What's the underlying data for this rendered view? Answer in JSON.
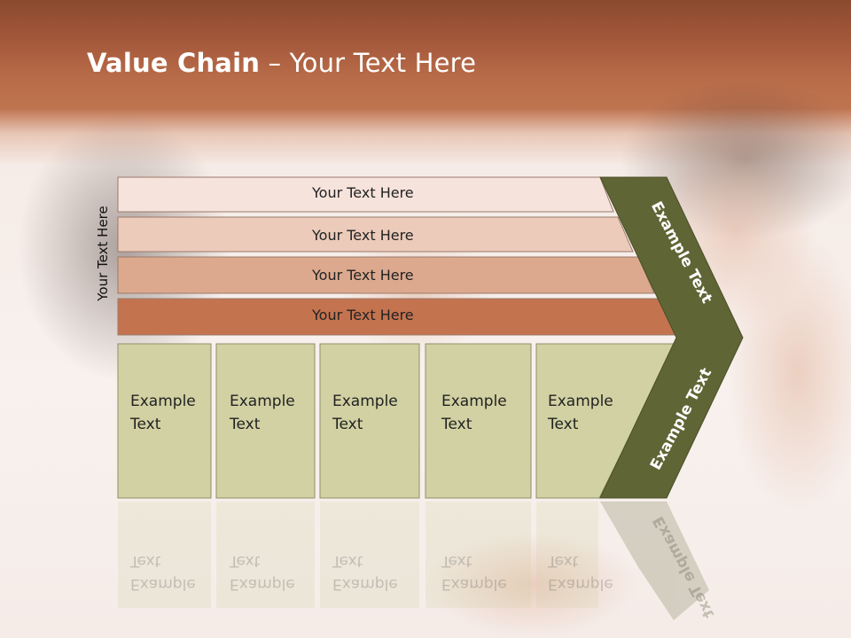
{
  "slide": {
    "title_bold": "Value Chain",
    "title_rest": " – Your Text Here",
    "side_label": "Your Text Here"
  },
  "bands": [
    {
      "label": "Your Text Here",
      "fill": "#f6e3dc"
    },
    {
      "label": "Your Text Here",
      "fill": "#eccbbb"
    },
    {
      "label": "Your Text Here",
      "fill": "#dca98f"
    },
    {
      "label": "Your Text Here",
      "fill": "#c4734f"
    }
  ],
  "boxes": [
    {
      "line1": "Example",
      "line2": "Text"
    },
    {
      "line1": "Example",
      "line2": "Text"
    },
    {
      "line1": "Example",
      "line2": "Text"
    },
    {
      "line1": "Example",
      "line2": "Text"
    },
    {
      "line1": "Example",
      "line2": "Text"
    }
  ],
  "chevron": {
    "upper_label": "Example Text",
    "lower_label": "Example Text",
    "fill": "#5f6535"
  },
  "colors": {
    "box_fill": "#d1d1a3",
    "header_brown": "#b86b48"
  }
}
